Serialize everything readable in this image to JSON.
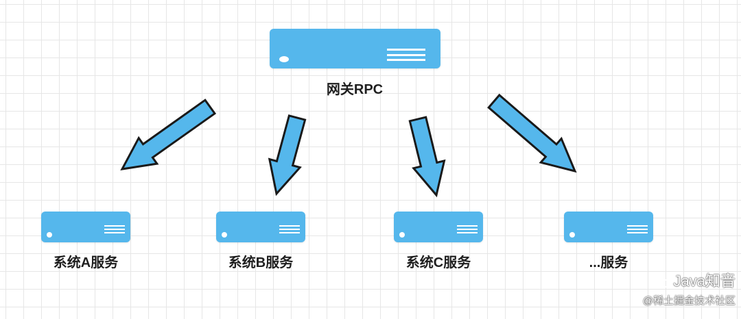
{
  "diagram": {
    "gateway": {
      "label": "网关RPC"
    },
    "services": [
      {
        "label": "系统A服务"
      },
      {
        "label": "系统B服务"
      },
      {
        "label": "系统C服务"
      },
      {
        "label": "...服务"
      }
    ],
    "colors": {
      "server_fill": "#55b7ec",
      "arrow_fill": "#55b7ec",
      "arrow_stroke": "#1a1a1a",
      "grid_line": "#e6e6e6",
      "label_text": "#1f1f1f"
    }
  },
  "watermark": {
    "account": "Java知音",
    "community": "@稀土掘金技术社区",
    "icon": "wechat-icon"
  }
}
